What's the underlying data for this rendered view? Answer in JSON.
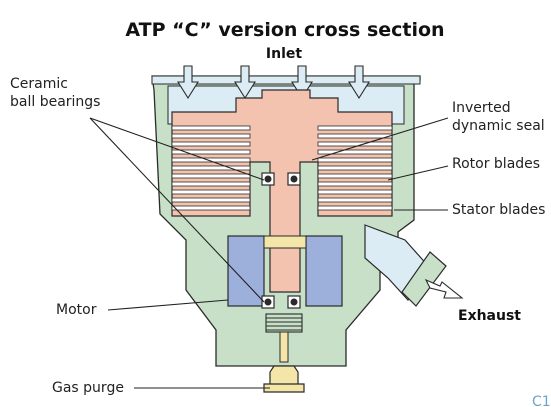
{
  "title": "ATP “C” version cross section",
  "labels": {
    "inlet": "Inlet",
    "ceramic_line1": "Ceramic",
    "ceramic_line2": "ball bearings",
    "seal_line1": "Inverted",
    "seal_line2": "dynamic seal",
    "rotor_blades": "Rotor blades",
    "stator_blades": "Stator blades",
    "motor": "Motor",
    "exhaust": "Exhaust",
    "gas_purge": "Gas purge"
  },
  "slide_id": "C1",
  "colors": {
    "housing": "#c8e0c8",
    "rotor": "#f3c3b0",
    "motor": "#9db0dc",
    "inlet_space": "#dcecf4",
    "seal": "#f4e6a8",
    "slide_id": "#6aa6c8"
  }
}
